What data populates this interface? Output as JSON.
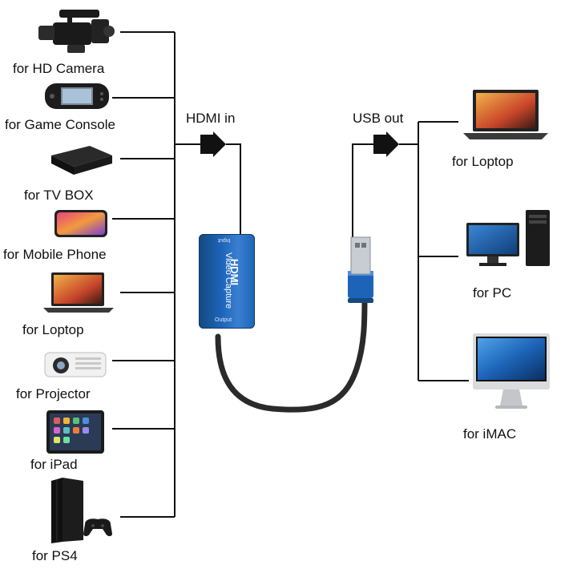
{
  "left_heading": "HDMI in",
  "right_heading": "USB  out",
  "inputs": [
    {
      "label": "for  HD Camera",
      "icon": "video-camera-icon"
    },
    {
      "label": "for Game Console",
      "icon": "handheld-console-icon"
    },
    {
      "label": "for   TV BOX",
      "icon": "tv-box-icon"
    },
    {
      "label": "for  Mobile Phone",
      "icon": "smartphone-icon"
    },
    {
      "label": "for  Loptop",
      "icon": "laptop-icon"
    },
    {
      "label": "for  Projector",
      "icon": "projector-icon"
    },
    {
      "label": "for  iPad",
      "icon": "tablet-icon"
    },
    {
      "label": "for  PS4",
      "icon": "ps4-console-icon"
    }
  ],
  "outputs": [
    {
      "label": "for  Loptop",
      "icon": "laptop-icon"
    },
    {
      "label": "for  PC",
      "icon": "desktop-pc-icon"
    },
    {
      "label": "for  iMAC",
      "icon": "imac-icon"
    }
  ],
  "capture_card": {
    "brand": "HDMI",
    "name": "Video Capture",
    "port_top": "Input",
    "port_bottom": "Output",
    "body_color": "#1d64b8",
    "accent_color": "#4a8fe0"
  },
  "line_color": "#111111"
}
